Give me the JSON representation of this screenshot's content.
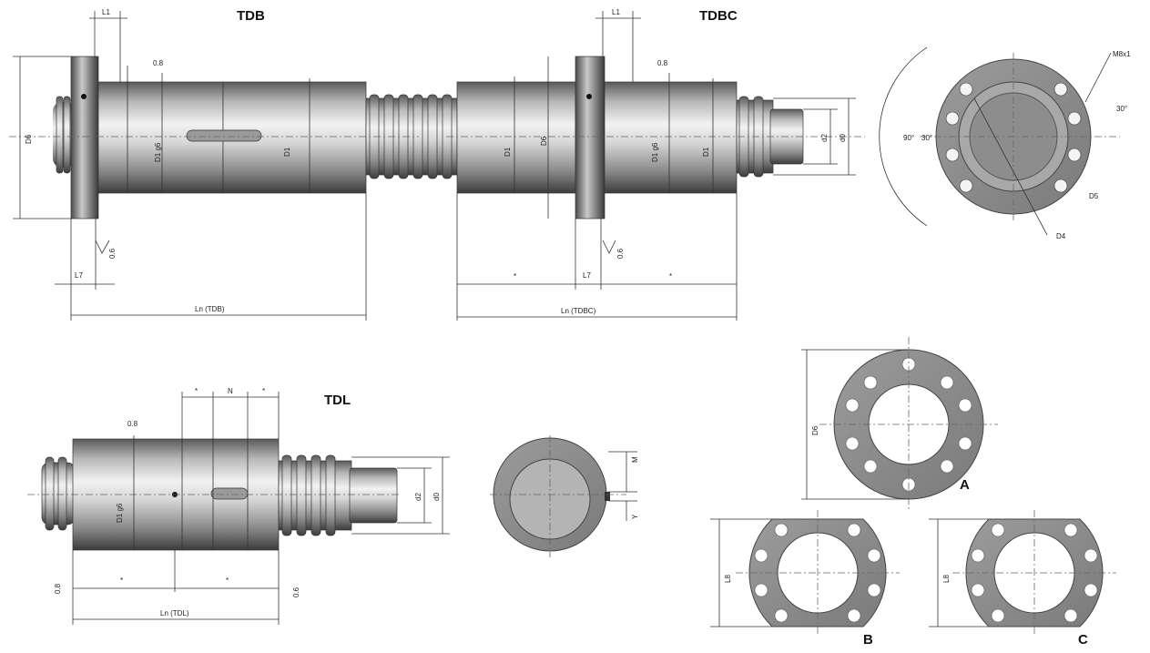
{
  "titles": {
    "tdb": "TDB",
    "tdbc": "TDBC",
    "tdl": "TDL",
    "a": "A",
    "b": "B",
    "c": "C"
  },
  "dims": {
    "l1": "L1",
    "l7": "L7",
    "d6": "D6",
    "d1g6": "D1 g6",
    "d1": "D1",
    "d2": "d2",
    "d0": "d0",
    "rough": "0.8",
    "perp": "0.6",
    "ln_tdb": "Ln (TDB)",
    "ln_tdbc": "Ln (TDBC)",
    "ln_tdl": "Ln (TDL)",
    "star": "*",
    "n": "N",
    "m": "M",
    "y": "Y",
    "l8": "L8",
    "m8x1": "M8x1",
    "deg90": "90°",
    "deg30a": "30°",
    "deg30b": "30°",
    "d4": "D4",
    "d5": "D5"
  }
}
